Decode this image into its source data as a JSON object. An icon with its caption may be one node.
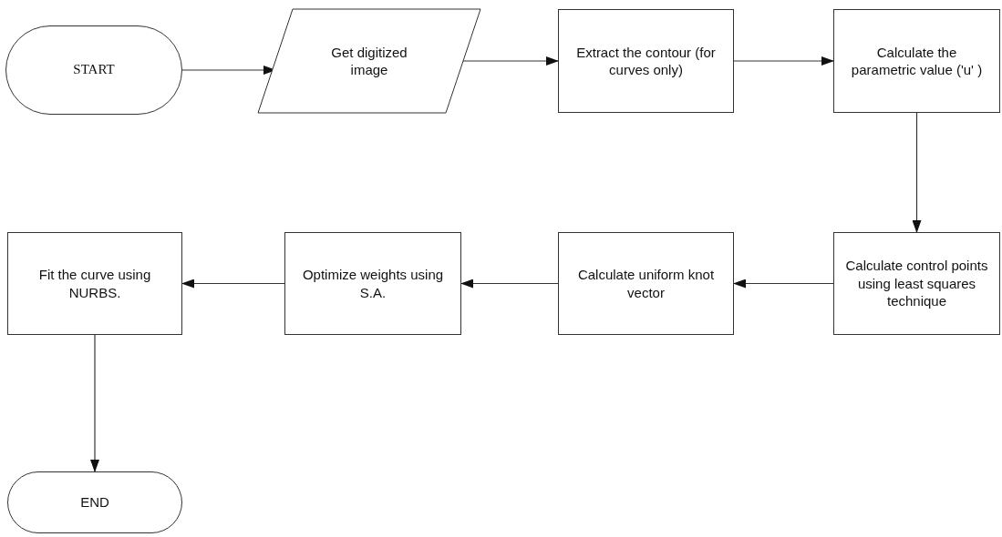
{
  "diagram": {
    "nodes": [
      {
        "text": [
          "START"
        ]
      },
      {
        "text": [
          "Get digitized image"
        ]
      },
      {
        "text": [
          "Extract the contour (for curves only)"
        ]
      },
      {
        "text": [
          "Calculate the parametric value ('u' )"
        ]
      },
      {
        "text": [
          "Calculate control points using least squares technique"
        ]
      },
      {
        "text": [
          "Calculate uniform knot vector"
        ]
      },
      {
        "text": [
          "Optimize weights using S.A."
        ]
      },
      {
        "text": [
          "Fit the curve using NURBS."
        ]
      },
      {
        "text": [
          "END"
        ]
      }
    ],
    "edges": [
      {
        "from": 0,
        "to": 1,
        "arrow": "to"
      },
      {
        "from": 1,
        "to": 2,
        "arrow": "to"
      },
      {
        "from": 2,
        "to": 3,
        "arrow": "to"
      },
      {
        "from": 3,
        "to": 4,
        "arrow": "to"
      },
      {
        "from": 4,
        "to": 5,
        "arrow": "to"
      },
      {
        "from": 5,
        "to": 6,
        "arrow": "to"
      },
      {
        "from": 6,
        "to": 7,
        "arrow": "to"
      },
      {
        "from": 7,
        "to": 8,
        "arrow": "to"
      }
    ]
  }
}
